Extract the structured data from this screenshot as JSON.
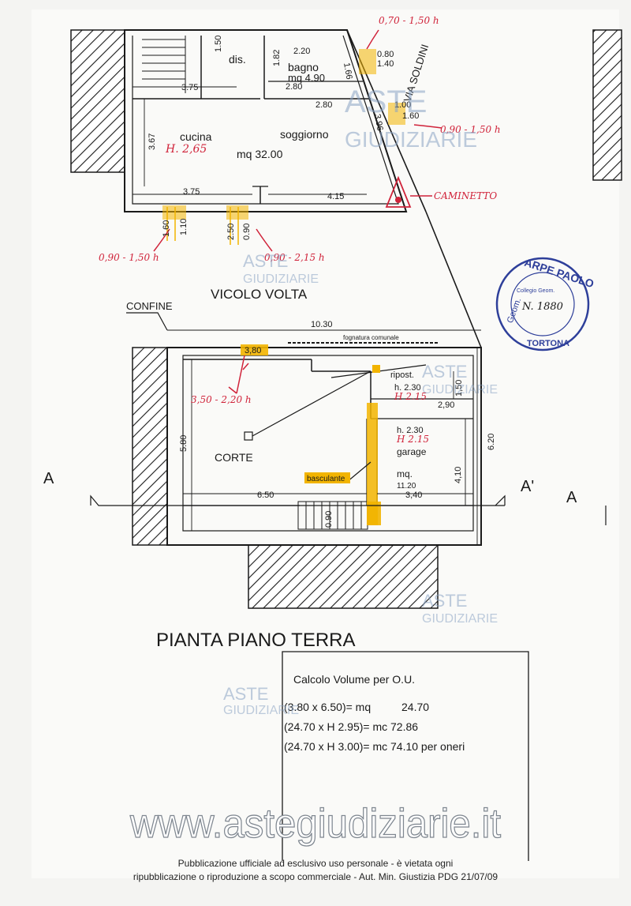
{
  "plan": {
    "title": "PIANTA PIANO TERRA",
    "street_top": "VIA SOLDINI",
    "street_mid": "VICOLO VOLTA",
    "confine": "CONFINE",
    "section_a_left": "A",
    "section_a_prime": "A'",
    "section_a_right": "A",
    "rooms": {
      "dis": "dis.",
      "bagno": "bagno",
      "bagno_mq": "mq 4.90",
      "cucina": "cucina",
      "soggiorno": "soggiorno",
      "soggiorno_mq": "mq 32.00",
      "corte": "CORTE",
      "garage": "garage",
      "garage_mq_label": "mq.",
      "garage_mq": "11.20",
      "ripost": "ripost.",
      "basculante": "basculante",
      "fognatura": "fognatura comunale"
    },
    "dims": {
      "d220": "2.20",
      "d150a": "1.50",
      "d182": "1.82",
      "d280a": "2.80",
      "d280b": "2.80",
      "d375a": "3.75",
      "d375b": "3.75",
      "d367": "3.67",
      "d396": "3.96",
      "d415": "4.15",
      "d166": "1.66",
      "d080a": "0.80",
      "d140": "1.40",
      "d100": "1.00",
      "d160a": "1.60",
      "d110": "1.10",
      "d160b": "1.60",
      "d250": "2.50",
      "d090a": "0.90",
      "d1030": "10.30",
      "d380": "3,80",
      "d580": "5.80",
      "d650": "6.50",
      "d340": "3,40",
      "d410": "4,10",
      "d620": "6.20",
      "d150b": "1,50",
      "d290": "2,90",
      "d090b": "0.90",
      "h230a": "h. 2.30",
      "h230b": "h. 2.30"
    },
    "red_notes": {
      "n1": "0,70 - 1,50 h",
      "n2": "0,90 - 1,50 h",
      "n3": "H. 2,65",
      "n4": "CAMINETTO",
      "n5": "0,90 - 1,50 h",
      "n6": "0,90 - 2,15 h",
      "n7": "3,50 - 2,20 h",
      "n8": "H 2.15",
      "n9": "H 2.15"
    },
    "stamp": {
      "name": "ARPE PAOLO",
      "city": "TORTONA",
      "prefix": "Geom.",
      "number": "N. 1880",
      "inner": "Collegio Geom."
    }
  },
  "volume": {
    "title": "Calcolo Volume per O.U.",
    "line1": "(3.80 x 6.50)= mq          24.70",
    "line2": "(24.70 x H 2.95)= mc 72.86",
    "line3": "(24.70 x H 3.00)= mc 74.10 per oneri"
  },
  "watermarks": {
    "aste": "ASTE",
    "giudiziarie": "GIUDIZIARIE",
    "site": "www.astegiudiziarie.it"
  },
  "footer": {
    "line1": "Pubblicazione ufficiale ad esclusivo uso personale - è vietata ogni",
    "line2": "ripubblicazione o riproduzione a scopo commerciale - Aut. Min. Giustizia PDG 21/07/09"
  },
  "colors": {
    "paper": "#f4f4f2",
    "ink": "#1a1a1a",
    "red_ink": "#d0233a",
    "highlight": "#f2b400",
    "stamp": "#2e3f9a",
    "watermark": "#8aa3c4"
  }
}
